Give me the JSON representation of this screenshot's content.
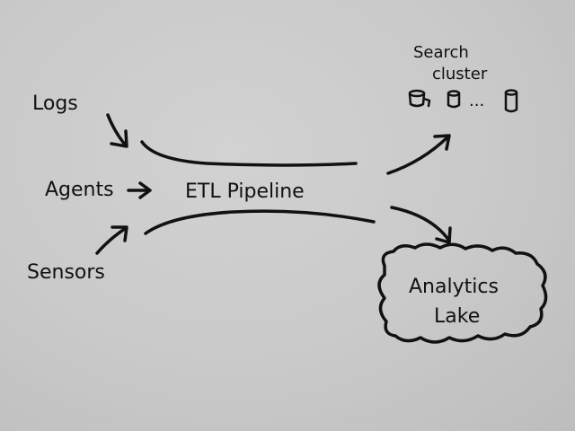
{
  "sources": {
    "logs": "Logs",
    "agents": "Agents",
    "sensors": "Sensors"
  },
  "pipeline": {
    "label": "ETL Pipeline"
  },
  "search_cluster": {
    "line1": "Search",
    "line2": "cluster",
    "ellipsis": "..."
  },
  "analytics_lake": {
    "line1": "Analytics",
    "line2": "Lake"
  }
}
